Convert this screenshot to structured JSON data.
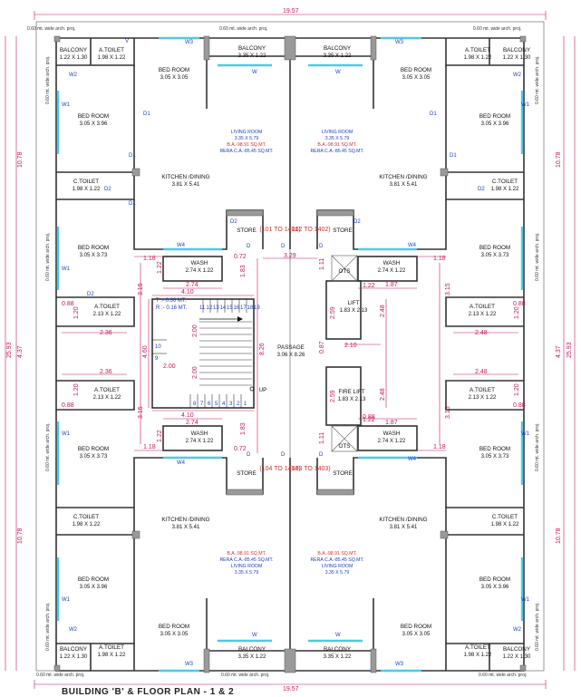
{
  "dims": {
    "overall_width": "19.57",
    "overall_depth": "25.93",
    "inner_depth": "4.37",
    "wing_depth": "10.78",
    "arch_projection": "0.60 mt. wide arch. proj.",
    "passage_width": "3.29",
    "stair_width": "4.10",
    "stair_landing": "2.00",
    "passage_len": "8.26",
    "step_len": "4.60",
    "lift_gap": "2.10",
    "lift_height": "2.48",
    "lift_width": "2.59",
    "small_a": "1.18",
    "small_b": "1.22",
    "small_c": "0.72",
    "small_d": "1.83",
    "small_e": "2.74",
    "small_f": "0.88",
    "small_g": "1.20",
    "small_h": "2.36",
    "small_i": "2.48",
    "small_j": "3.15",
    "small_k": "1.11",
    "small_l": "0.87",
    "small_m": "1.87"
  },
  "rooms": {
    "balcony_small": {
      "name": "BALCONY",
      "size": "1.22 X 1.30"
    },
    "a_toilet_top": {
      "name": "A.TOILET",
      "size": "1.98 X 1.22"
    },
    "balcony_large": {
      "name": "BALCONY",
      "size": "3.35 X 1.22"
    },
    "bedroom_a": {
      "name": "BED ROOM",
      "size": "3.05 X 3.05"
    },
    "bedroom_b": {
      "name": "BED ROOM",
      "size": "3.05 X 3.96"
    },
    "bedroom_c": {
      "name": "BED ROOM",
      "size": "3.05 X 3.73"
    },
    "living": {
      "name": "LIVING ROOM",
      "size": "3.35 X 5.79"
    },
    "kitchen": {
      "name": "KITCHEN /DINING",
      "size": "3.81 X 5.41"
    },
    "c_toilet": {
      "name": "C.TOILET",
      "size": "1.98 X 1.22"
    },
    "a_toilet_mid": {
      "name": "A.TOILET",
      "size": "2.13 X 1.22"
    },
    "wash": {
      "name": "WASH",
      "size": "2.74 X 1.22"
    },
    "store": {
      "name": "STORE"
    },
    "lift": {
      "name": "LIFT",
      "size": "1.83 X 2.13"
    },
    "fire_lift": {
      "name": "FIRE LIFT",
      "size": "1.83 X 2.13"
    },
    "passage": {
      "name": "PASSAGE",
      "size": "3.06 X 8.26"
    },
    "ots": {
      "name": "OTS"
    }
  },
  "areas": {
    "ba": "B.A.-98.91 SQ.MT.",
    "rera": "RERA C.A.-85.45 SQ.MT."
  },
  "flats": {
    "tl": "(101 TO 1401)",
    "tr": "(102 TO 1402)",
    "bl": "(104 TO 1404)",
    "br": "(103 TO 1403)"
  },
  "stair": {
    "tread": "T :- 0.30 MT.",
    "riser": "R :- 0.16 MT.",
    "up": "UP",
    "top_steps": [
      "11",
      "12",
      "13",
      "14",
      "15",
      "16",
      "17",
      "18",
      "19"
    ],
    "bottom_steps": [
      "8",
      "7",
      "6",
      "5",
      "4",
      "3",
      "2",
      "1"
    ],
    "mid_steps": [
      "10",
      "9"
    ]
  },
  "tags": {
    "w": "W",
    "w1": "W1",
    "w2": "W2",
    "w3": "W3",
    "w4": "W4",
    "d": "D",
    "d1": "D1",
    "d2": "D2",
    "v": "V"
  },
  "footer": "BUILDING 'B' & FLOOR PLAN - 1 & 2"
}
